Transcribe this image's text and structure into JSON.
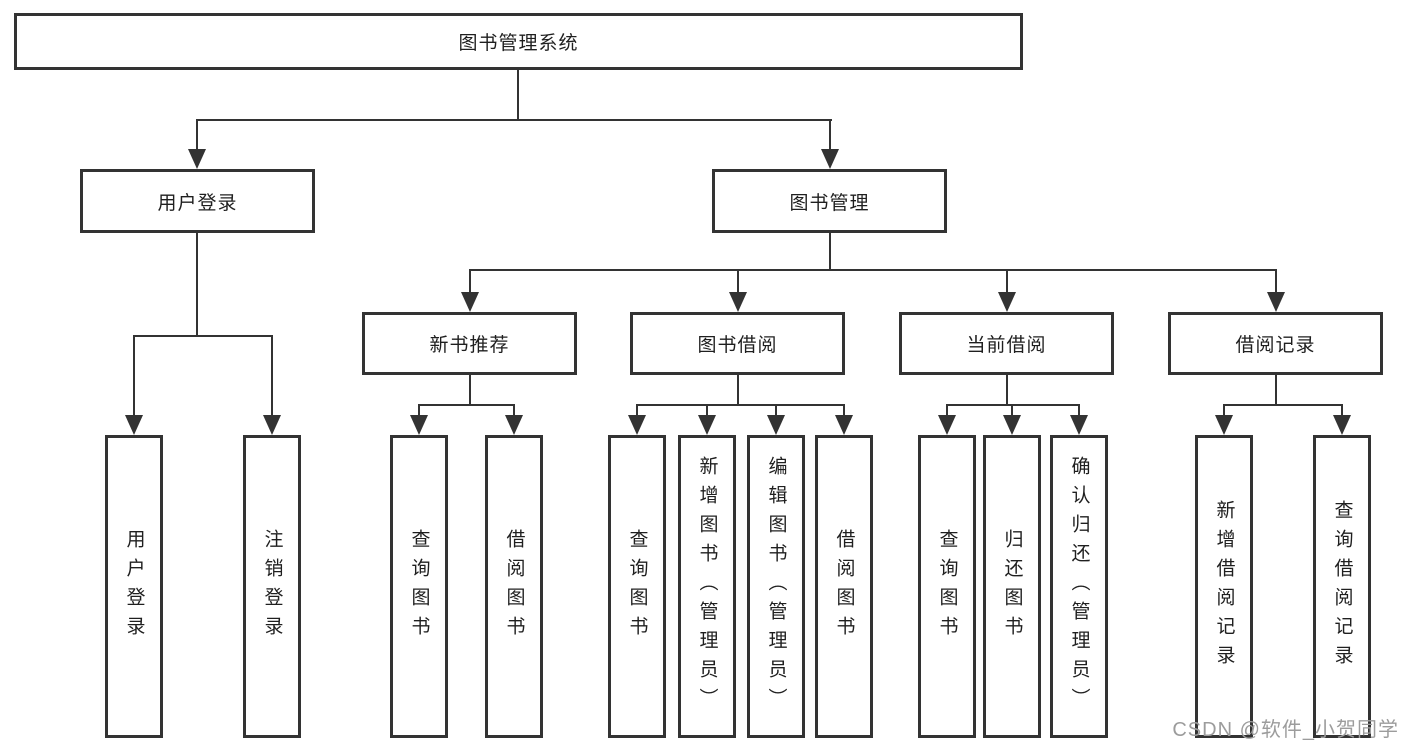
{
  "title": "图书管理系统",
  "level2": {
    "user_login": "用户登录",
    "book_mgmt": "图书管理"
  },
  "level3": {
    "new_book": "新书推荐",
    "borrowing": "图书借阅",
    "current": "当前借阅",
    "records": "借阅记录"
  },
  "leaves": {
    "login": [
      "用户登录",
      "注销登录"
    ],
    "new_book": [
      "查询图书",
      "借阅图书"
    ],
    "borrowing": [
      "查询图书",
      "新增图书（管理员）",
      "编辑图书（管理员）",
      "借阅图书"
    ],
    "current": [
      "查询图书",
      "归还图书",
      "确认归还（管理员）"
    ],
    "records": [
      "新增借阅记录",
      "查询借阅记录"
    ]
  },
  "watermark": "CSDN @软件_小贺同学",
  "colors": {
    "line": "#333333",
    "text": "#1f1f1f",
    "watermark": "#9c9c9c",
    "background": "#ffffff"
  }
}
